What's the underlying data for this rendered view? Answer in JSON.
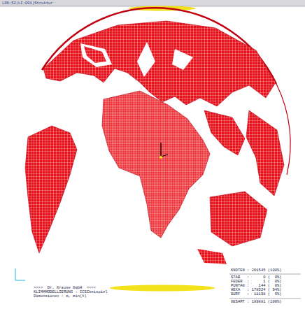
{
  "diagram": {
    "labels": [
      "LOS:52|LF:001|Struktur",
      ">>>>  Dr. Krause GmbH  <<<<",
      "KLIMAMODELLIERUNG : ICSIbeispiel",
      "Dimensionen : m, min(t)",
      "KNOTEN : 201545 (100%)",
      "STAB   :      0 (  0%)",
      "FEDER  :      1 (  0%)",
      "PUNTAG :    144 (  0%)",
      "HEXA   : 178524 ( 94%)",
      "SURF   :  11198 (  6%)",
      "GESAMT : 189881 (100%)"
    ]
  }
}
